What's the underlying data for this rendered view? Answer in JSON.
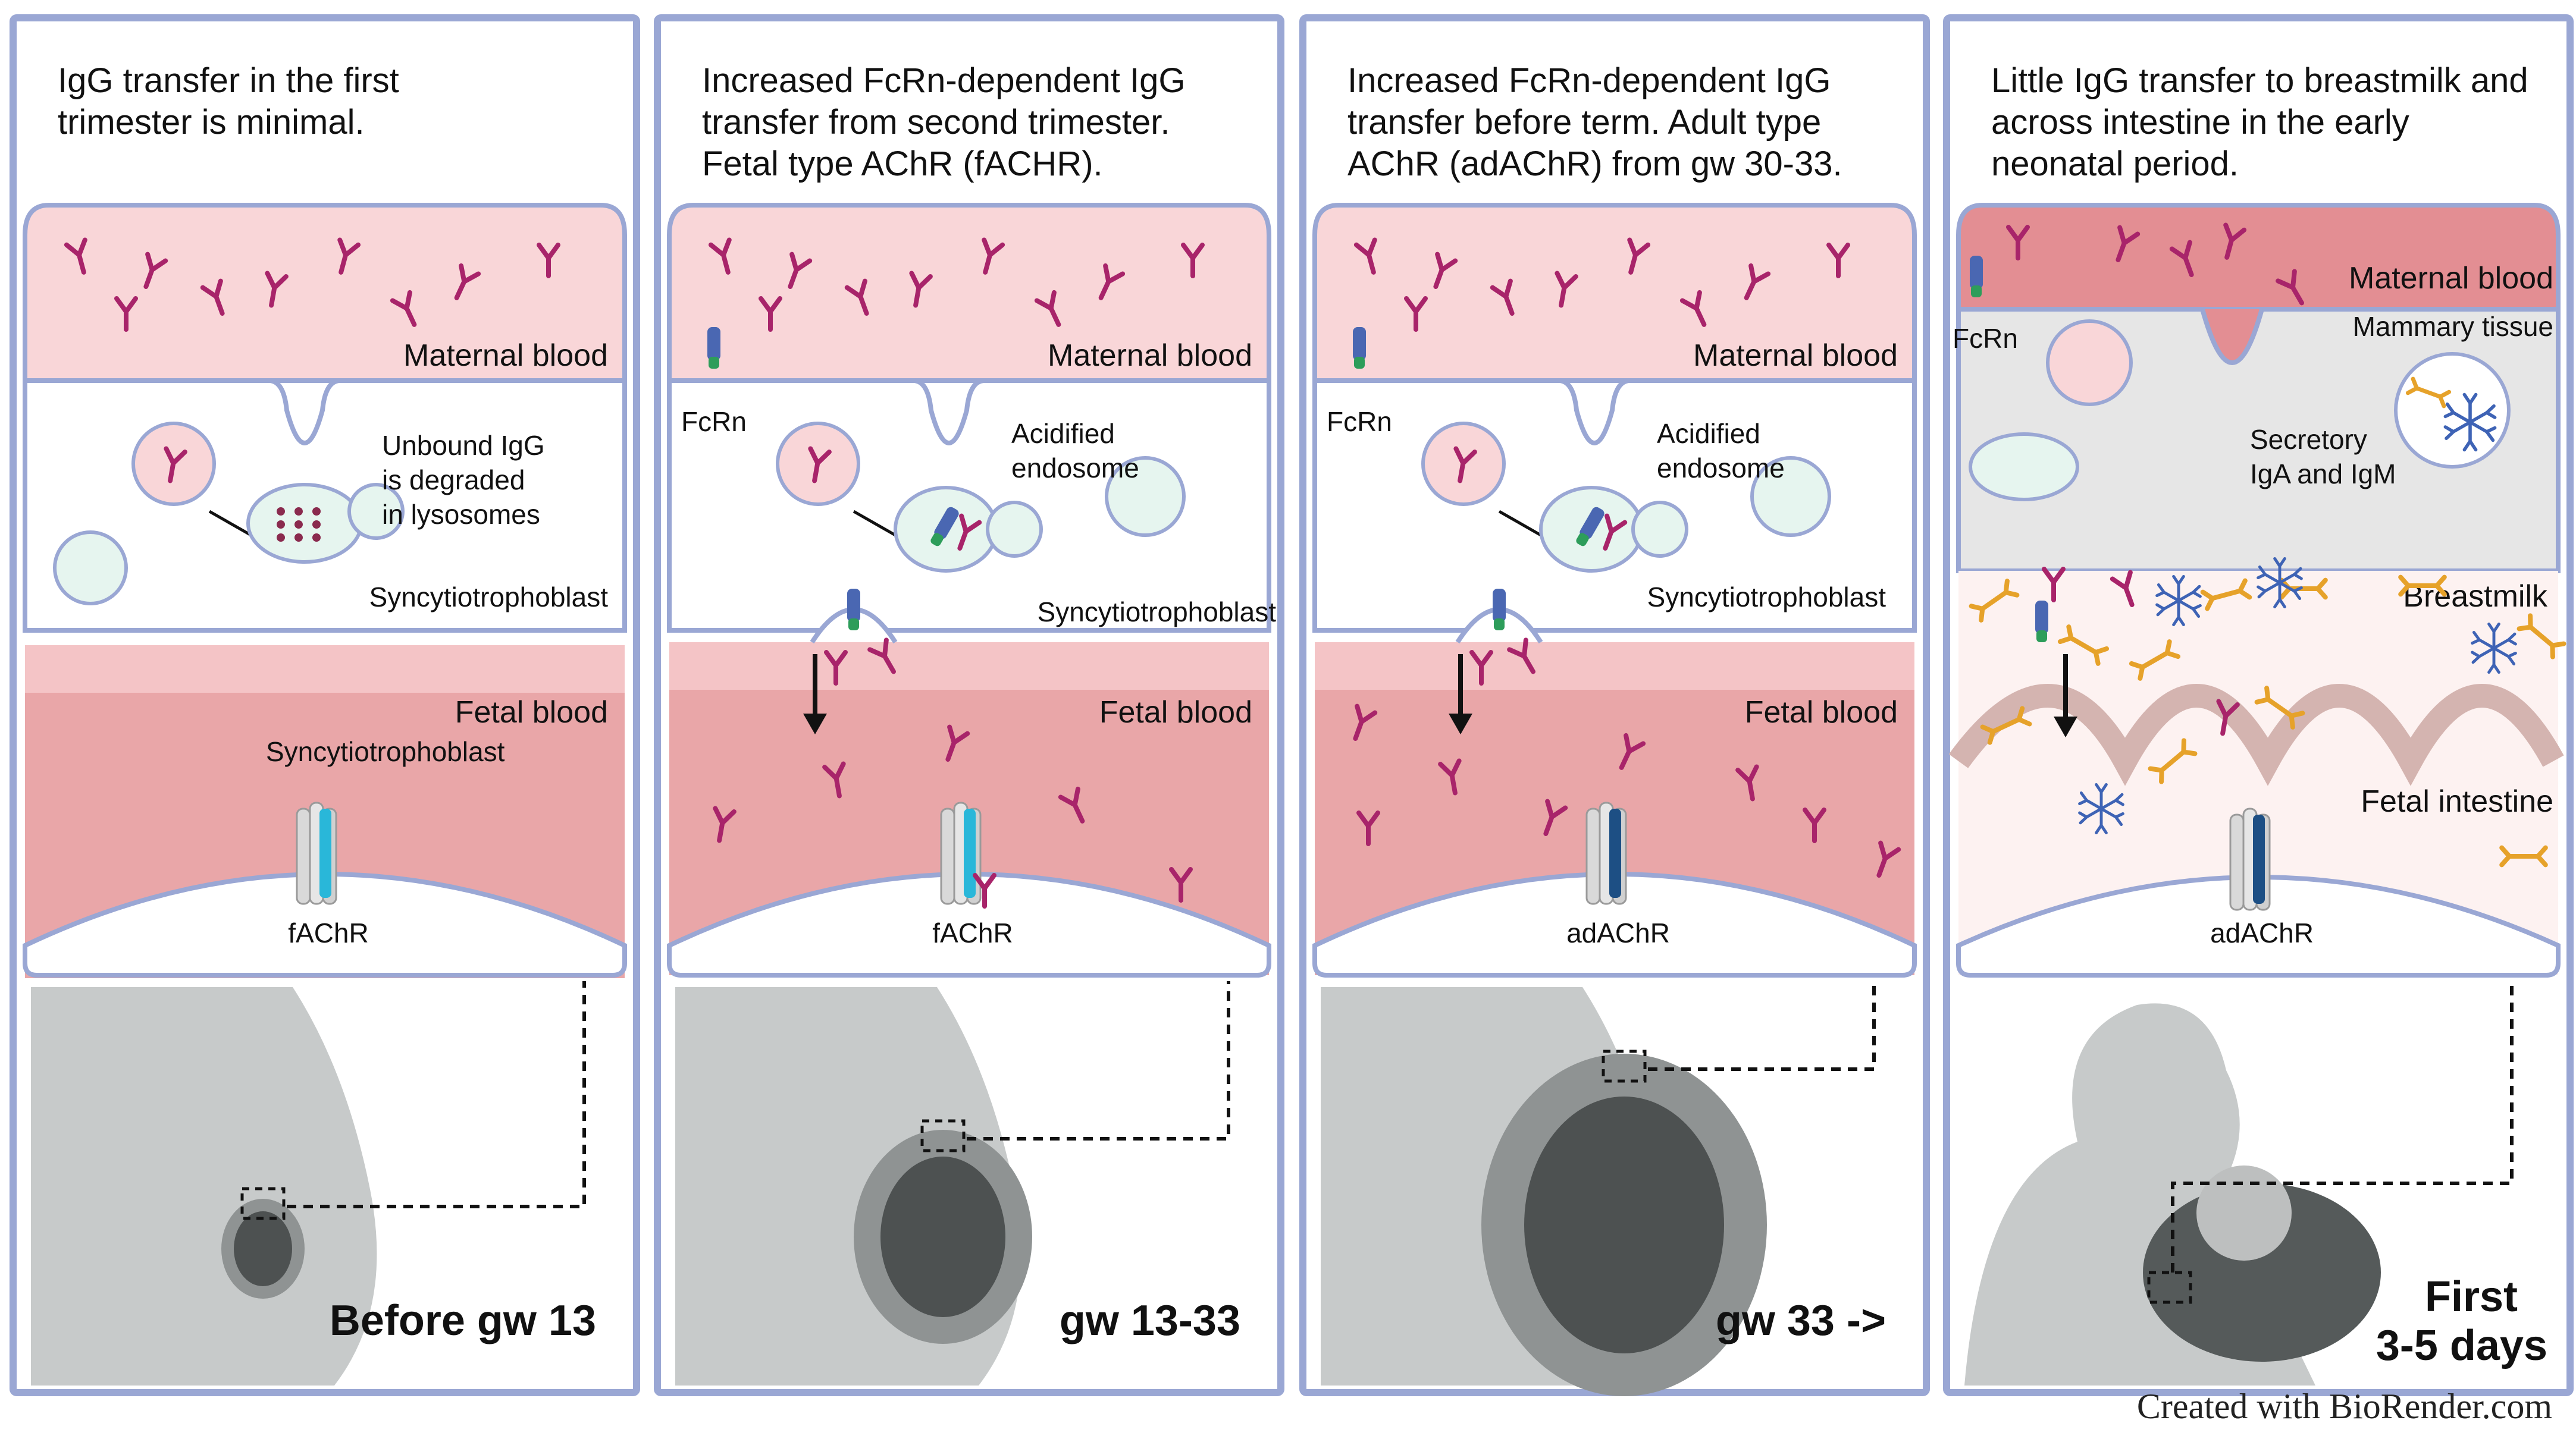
{
  "colors": {
    "panel_border": "#9aa7d4",
    "maternal_blood": "#f9d6d8",
    "fetal_blood": "#e9a6a8",
    "antibody": "#a8246a",
    "fcrn": "#4a67b2",
    "fcrn_bind": "#2d9d5a",
    "fachr": "#29b7d9",
    "adachr": "#1d4f84",
    "iga": "#e6a22a",
    "igm": "#3e63b5",
    "silhouette": "#c7caca"
  },
  "panels": [
    {
      "caption": [
        "IgG transfer in the first",
        "trimester is minimal."
      ],
      "maternal_blood": "Maternal blood",
      "note": [
        "Unbound IgG",
        "is degraded",
        "in lysosomes"
      ],
      "syncytio_top": "Syncytiotrophoblast",
      "fetal_blood": "Fetal blood",
      "syncytio_bottom": "Syncytiotrophoblast",
      "receptor": "fAChR",
      "stage": "Before gw 13"
    },
    {
      "caption": [
        "Increased FcRn-dependent IgG",
        "transfer from second trimester.",
        "Fetal type AChR (fACHR)."
      ],
      "maternal_blood": "Maternal blood",
      "fcrn": "FcRn",
      "endosome": [
        "Acidified",
        "endosome"
      ],
      "syncytio": "Syncytiotrophoblast",
      "fetal_blood": "Fetal blood",
      "receptor": "fAChR",
      "stage": "gw 13-33"
    },
    {
      "caption": [
        "Increased FcRn-dependent IgG",
        "transfer before term. Adult type",
        "AChR (adAChR) from gw 30-33."
      ],
      "maternal_blood": "Maternal blood",
      "fcrn": "FcRn",
      "endosome": [
        "Acidified",
        "endosome"
      ],
      "syncytio": "Syncytiotrophoblast",
      "fetal_blood": "Fetal blood",
      "receptor": "adAChR",
      "stage": "gw 33 ->"
    },
    {
      "caption": [
        "Little IgG transfer to breastmilk and",
        "across intestine in the early",
        "neonatal period."
      ],
      "maternal_blood": "Maternal blood",
      "fcrn": "FcRn",
      "mammary": "Mammary tissue",
      "secretory": [
        "Secretory",
        "IgA and IgM"
      ],
      "breastmilk": "Breastmilk",
      "fetal_intestine": "Fetal intestine",
      "receptor": "adAChR",
      "stage": [
        "First",
        "3-5 days"
      ]
    }
  ],
  "watermark": "Created with BioRender.com"
}
